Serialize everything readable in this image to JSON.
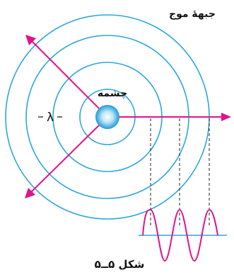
{
  "figure": {
    "wavefront_label": "جبههٔ موج",
    "source_label": "چشمه",
    "wavelength_symbol": "λ",
    "caption": "شکل ۵ــ۵"
  },
  "colors": {
    "wavefront": "#2aa7dc",
    "ray": "#e0138c",
    "source_center": "#ffffff",
    "source_edge": "#1f9ad6",
    "projection": "#222222",
    "baseline": "#2aa7dc",
    "text": "#111111"
  },
  "icons": {
    "source": "source-dot-icon",
    "ray_head": "arrowhead-icon"
  }
}
